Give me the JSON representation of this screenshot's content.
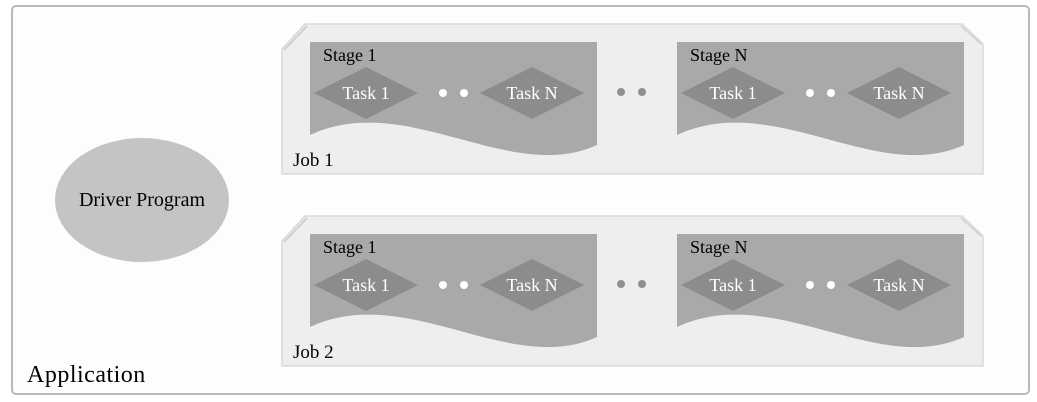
{
  "figure": {
    "application_label": "Application",
    "driver_label": "Driver Program"
  },
  "jobs": [
    {
      "label": "Job 1",
      "stages": [
        {
          "label": "Stage 1",
          "tasks": [
            {
              "label": "Task 1"
            },
            {
              "label": "Task N"
            }
          ]
        },
        {
          "label": "Stage N",
          "tasks": [
            {
              "label": "Task 1"
            },
            {
              "label": "Task N"
            }
          ]
        }
      ]
    },
    {
      "label": "Job 2",
      "stages": [
        {
          "label": "Stage 1",
          "tasks": [
            {
              "label": "Task 1"
            },
            {
              "label": "Task N"
            }
          ]
        },
        {
          "label": "Stage N",
          "tasks": [
            {
              "label": "Task 1"
            },
            {
              "label": "Task N"
            }
          ]
        }
      ]
    }
  ],
  "icons": {
    "task_separator_dots": "two white dots (more tasks)",
    "stage_separator_dots": "two gray dots (more stages)"
  },
  "palette": {
    "app_background": "#fdfdfd",
    "app_border": "#b9b9b9",
    "job_fill": "#eeeeee",
    "job_border": "#d9d9d9",
    "job_bevel": "#cfcfcf",
    "stage_fill": "#a9a9a9",
    "task_fill": "#8c8c8c",
    "task_text": "#ffffff",
    "task_dot": "#ffffff",
    "stage_dot": "#8f8f8f",
    "driver_fill": "#c4c4c4",
    "label_text": "#000000"
  }
}
